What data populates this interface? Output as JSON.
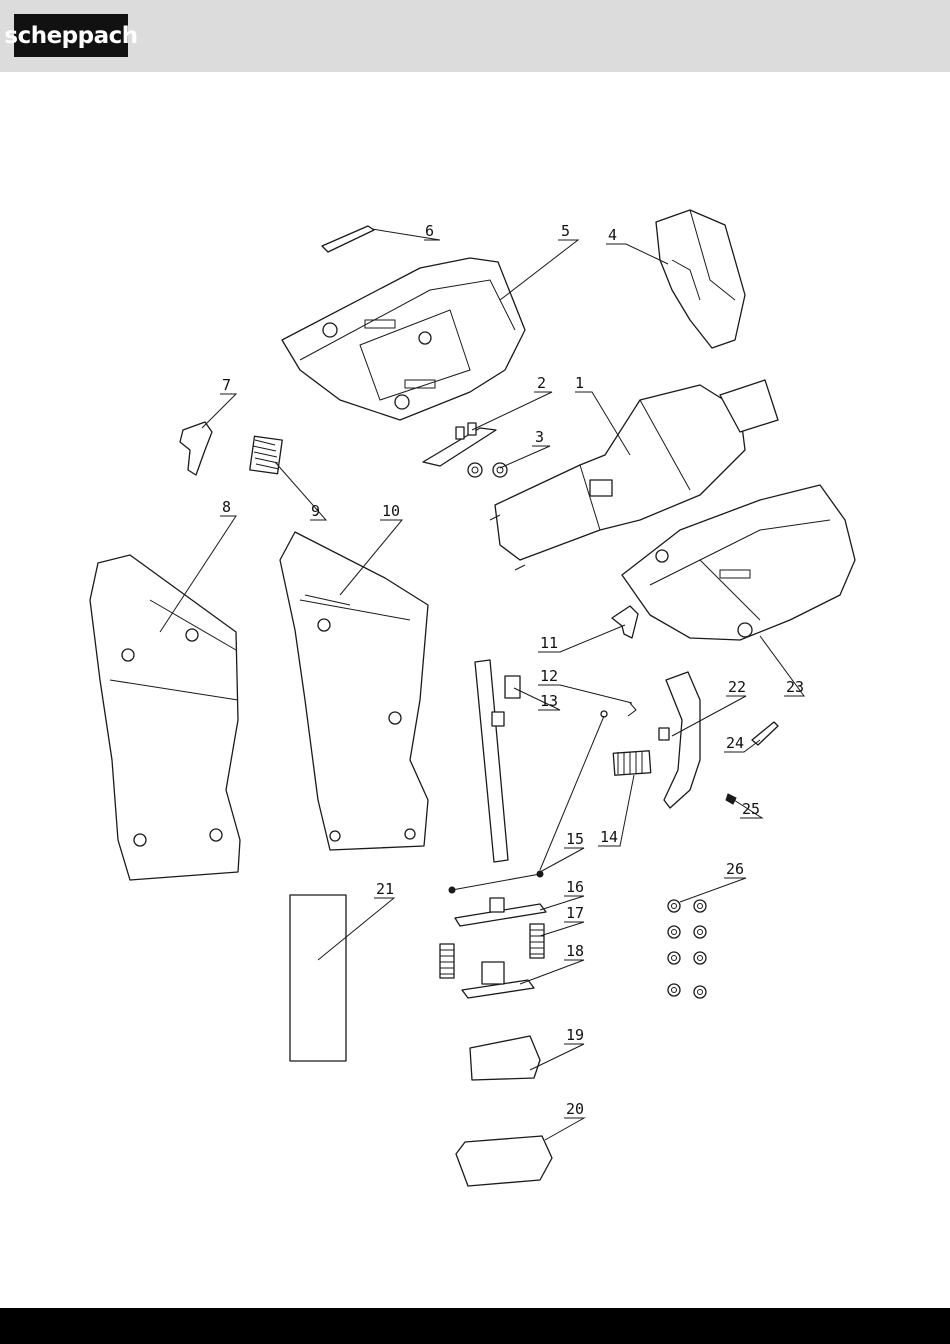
{
  "header": {
    "brand": "scheppach",
    "color": "#dcdcdc"
  },
  "footer": {
    "color": "#000000"
  },
  "parts": [
    {
      "id": "1",
      "label": "1"
    },
    {
      "id": "2",
      "label": "2"
    },
    {
      "id": "3",
      "label": "3"
    },
    {
      "id": "4",
      "label": "4"
    },
    {
      "id": "5",
      "label": "5"
    },
    {
      "id": "6",
      "label": "6"
    },
    {
      "id": "7",
      "label": "7"
    },
    {
      "id": "8",
      "label": "8"
    },
    {
      "id": "9",
      "label": "9"
    },
    {
      "id": "10",
      "label": "10"
    },
    {
      "id": "11",
      "label": "11"
    },
    {
      "id": "12",
      "label": "12"
    },
    {
      "id": "13",
      "label": "13"
    },
    {
      "id": "14",
      "label": "14"
    },
    {
      "id": "15",
      "label": "15"
    },
    {
      "id": "16",
      "label": "16"
    },
    {
      "id": "17",
      "label": "17"
    },
    {
      "id": "18",
      "label": "18"
    },
    {
      "id": "19",
      "label": "19"
    },
    {
      "id": "20",
      "label": "20"
    },
    {
      "id": "21",
      "label": "21"
    },
    {
      "id": "22",
      "label": "22"
    },
    {
      "id": "23",
      "label": "23"
    },
    {
      "id": "24",
      "label": "24"
    },
    {
      "id": "25",
      "label": "25"
    },
    {
      "id": "26",
      "label": "26"
    }
  ]
}
